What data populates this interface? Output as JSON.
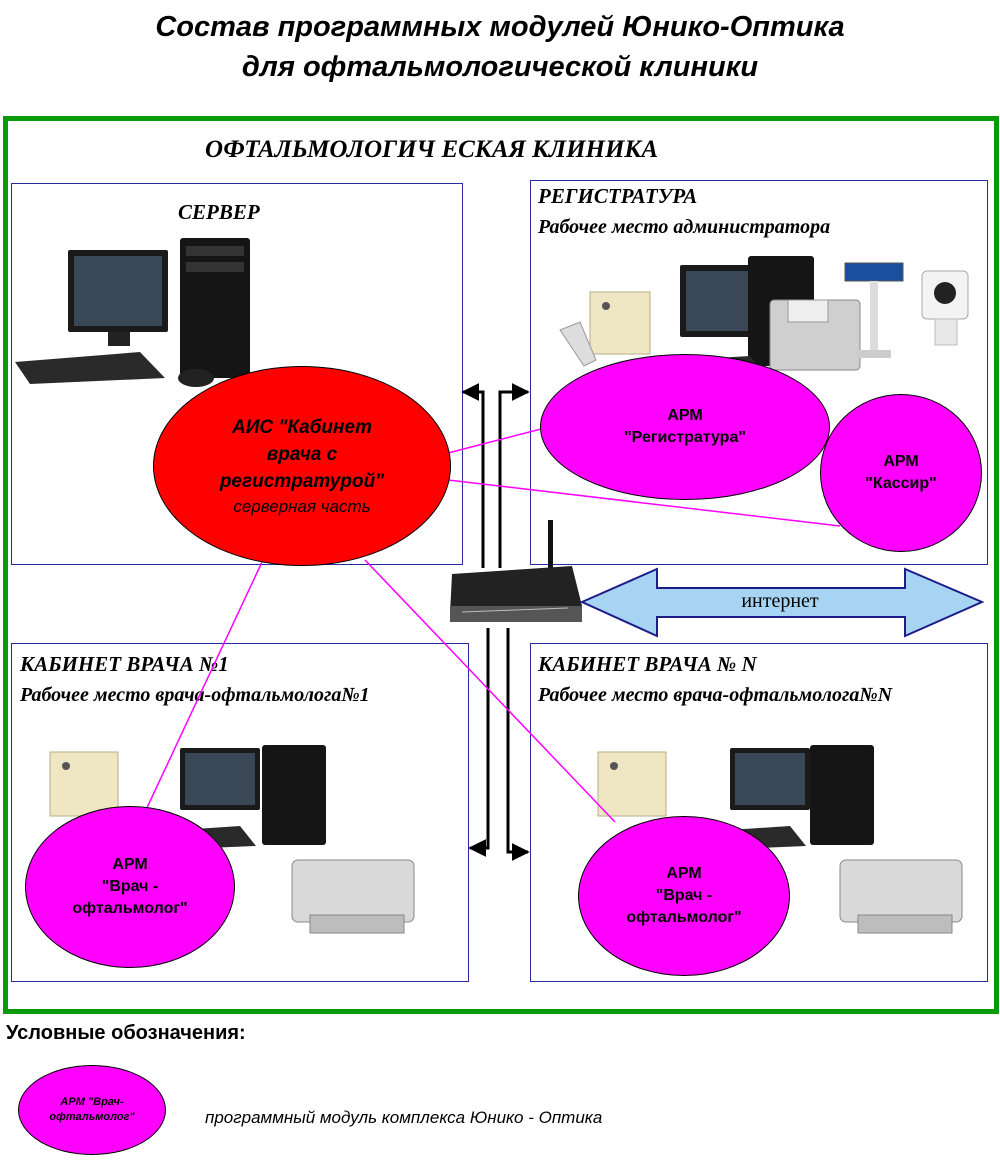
{
  "title": {
    "line1": "Состав программных модулей Юнико-Оптика",
    "line2": "для офтальмологической клиники"
  },
  "clinic": {
    "label": "ОФТАЛЬМОЛОГИЧ ЕСКАЯ  КЛИНИКА"
  },
  "server": {
    "label": "СЕРВЕР",
    "module": {
      "line1": "АИС \"Кабинет",
      "line2": "врача с",
      "line3": "регистратурой\"",
      "line4": "серверная часть"
    }
  },
  "reception": {
    "label": "РЕГИСТРАТУРА",
    "sublabel": "Рабочее место администратора",
    "arm_reception": {
      "line1": "АРМ",
      "line2": "\"Регистратура\""
    },
    "arm_cashier": {
      "line1": "АРМ",
      "line2": "\"Кассир\""
    }
  },
  "doctor1": {
    "label": "КАБИНЕТ ВРАЧА №1",
    "sublabel": "Рабочее место врача-офтальмолога№1",
    "arm": {
      "line1": "АРМ",
      "line2": "\"Врач -",
      "line3": "офтальмолог\""
    }
  },
  "doctorN": {
    "label": "КАБИНЕТ ВРАЧА № N",
    "sublabel": "Рабочее место врача-офтальмолога№N",
    "arm": {
      "line1": "АРМ",
      "line2": "\"Врач -",
      "line3": "офтальмолог\""
    }
  },
  "internet": {
    "label": "интернет"
  },
  "legend": {
    "title": "Условные обозначения:",
    "sample": {
      "line1": "АРМ \"Врач-",
      "line2": "офтальмолог\""
    },
    "description": "программный модуль комплекса Юнико - Оптика"
  },
  "colors": {
    "frame": "#0a9b0a",
    "panel_border": "#2a2aa0",
    "module": "#ff00ff",
    "server_module": "#ff0000",
    "internet_arrow": "#a8d4f4",
    "link_line": "#ff00ff"
  },
  "icons": [
    "desktop-computer-icon",
    "router-icon",
    "ups-icon",
    "printer-icon",
    "receipt-printer-icon",
    "customer-display-icon",
    "webcam-icon",
    "barcode-scanner-icon"
  ]
}
